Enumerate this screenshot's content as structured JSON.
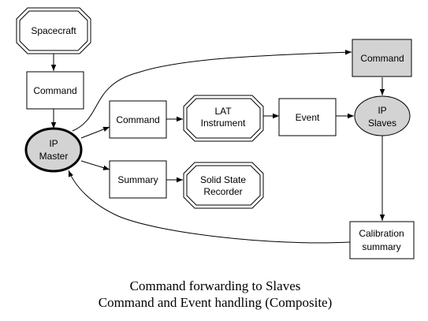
{
  "nodes": {
    "spacecraft": "Spacecraft",
    "command_top": "Command",
    "ip_master": [
      "IP",
      "Master"
    ],
    "command_mid": "Command",
    "summary": "Summary",
    "lat_instrument": [
      "LAT",
      "Instrument"
    ],
    "solid_state_recorder": [
      "Solid State",
      "Recorder"
    ],
    "event": "Event",
    "command_right": "Command",
    "ip_slaves": [
      "IP",
      "Slaves"
    ],
    "calibration_summary": [
      "Calibration",
      "summary"
    ]
  },
  "caption": {
    "line1": "Command forwarding to Slaves",
    "line2": "Command and Event handling (Composite)"
  },
  "colors": {
    "gray_fill": "#d3d3d3",
    "stroke": "#000000"
  }
}
